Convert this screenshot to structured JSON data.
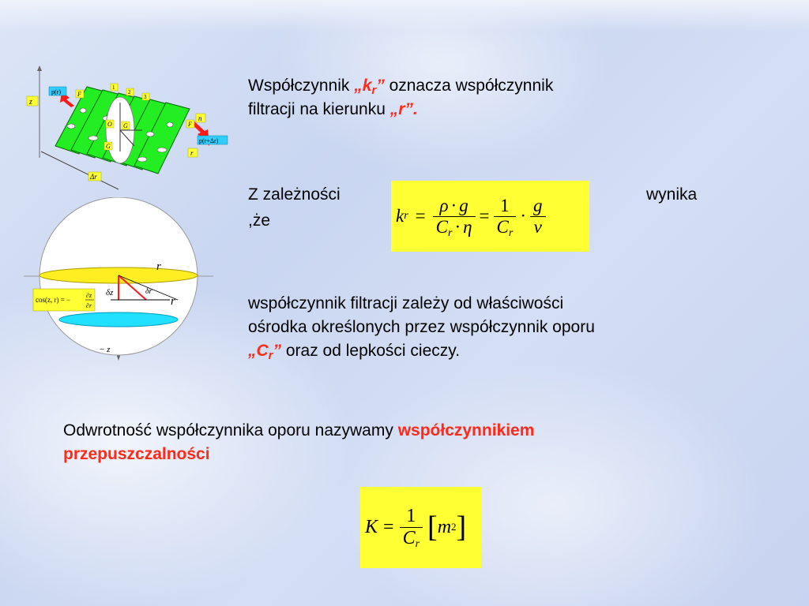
{
  "para1": {
    "text1": "Współczynnik ",
    "kr_open": "„k",
    "kr_sub": "r",
    "kr_close": "”",
    "text2": " oznacza współczynnik",
    "text3": "filtracji na kierunku ",
    "r_term": "„r”."
  },
  "para2": {
    "lead": "Z zależności",
    "tail": "wynika",
    "cont": ",że"
  },
  "para3": {
    "line1": "współczynnik filtracji zależy od właściwości",
    "line2": "ośrodka określonych przez współczynnik oporu",
    "cr_open": "„C",
    "cr_sub": "r",
    "cr_close": "”",
    "line3": " oraz od lepkości cieczy."
  },
  "para4": {
    "text": "Odwrotność współczynnika oporu nazywamy ",
    "highlight1": "współczynnikiem",
    "highlight2": "przepuszczalności"
  },
  "formula1": {
    "k": "k",
    "r": "r",
    "eq": "=",
    "rho": "ρ",
    "dot": "·",
    "g": "g",
    "C": "C",
    "eta": "η",
    "one": "1",
    "v": "v"
  },
  "formula2": {
    "K": "K",
    "eq": "=",
    "one": "1",
    "C": "C",
    "r": "r",
    "m": "m",
    "two": "2"
  },
  "figure1": {
    "z": "z",
    "p_r": "p(r)",
    "p_rdr": "p(r+Δr)",
    "r": "r",
    "dr": "Δr",
    "n": "n",
    "F": "F",
    "O": "O",
    "G": "G",
    "G1": "G",
    "i1": "1",
    "i2": "2",
    "i3": "3"
  },
  "figure2": {
    "r_top": "r",
    "r_mid": "r",
    "neg_z": "− z",
    "dz": "δz",
    "dr": "δr",
    "cos": "cos(z, r) = −",
    "cos_num": "∂z",
    "cos_den": "∂r"
  },
  "colors": {
    "accent": "#ff2a1a",
    "formula_bg": "#ffff33",
    "plate": "#22ee22",
    "ellipse_top": "#ffee22",
    "ellipse_bottom": "#22e0ff"
  }
}
